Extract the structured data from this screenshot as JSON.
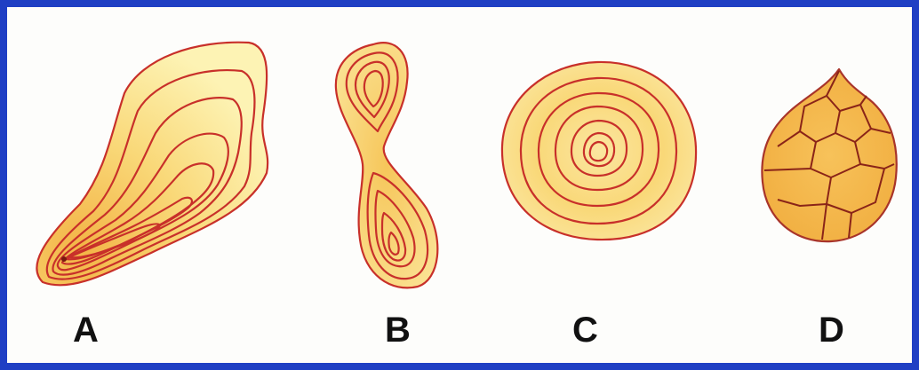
{
  "labels": {
    "a": "A",
    "b": "B",
    "c": "C",
    "d": "D"
  },
  "colors": {
    "border": "#1f3fc4",
    "contour": "#c8302a",
    "fill_light": "#fdf3b4",
    "fill_mid": "#f9d878",
    "fill_dark": "#f3b446"
  }
}
